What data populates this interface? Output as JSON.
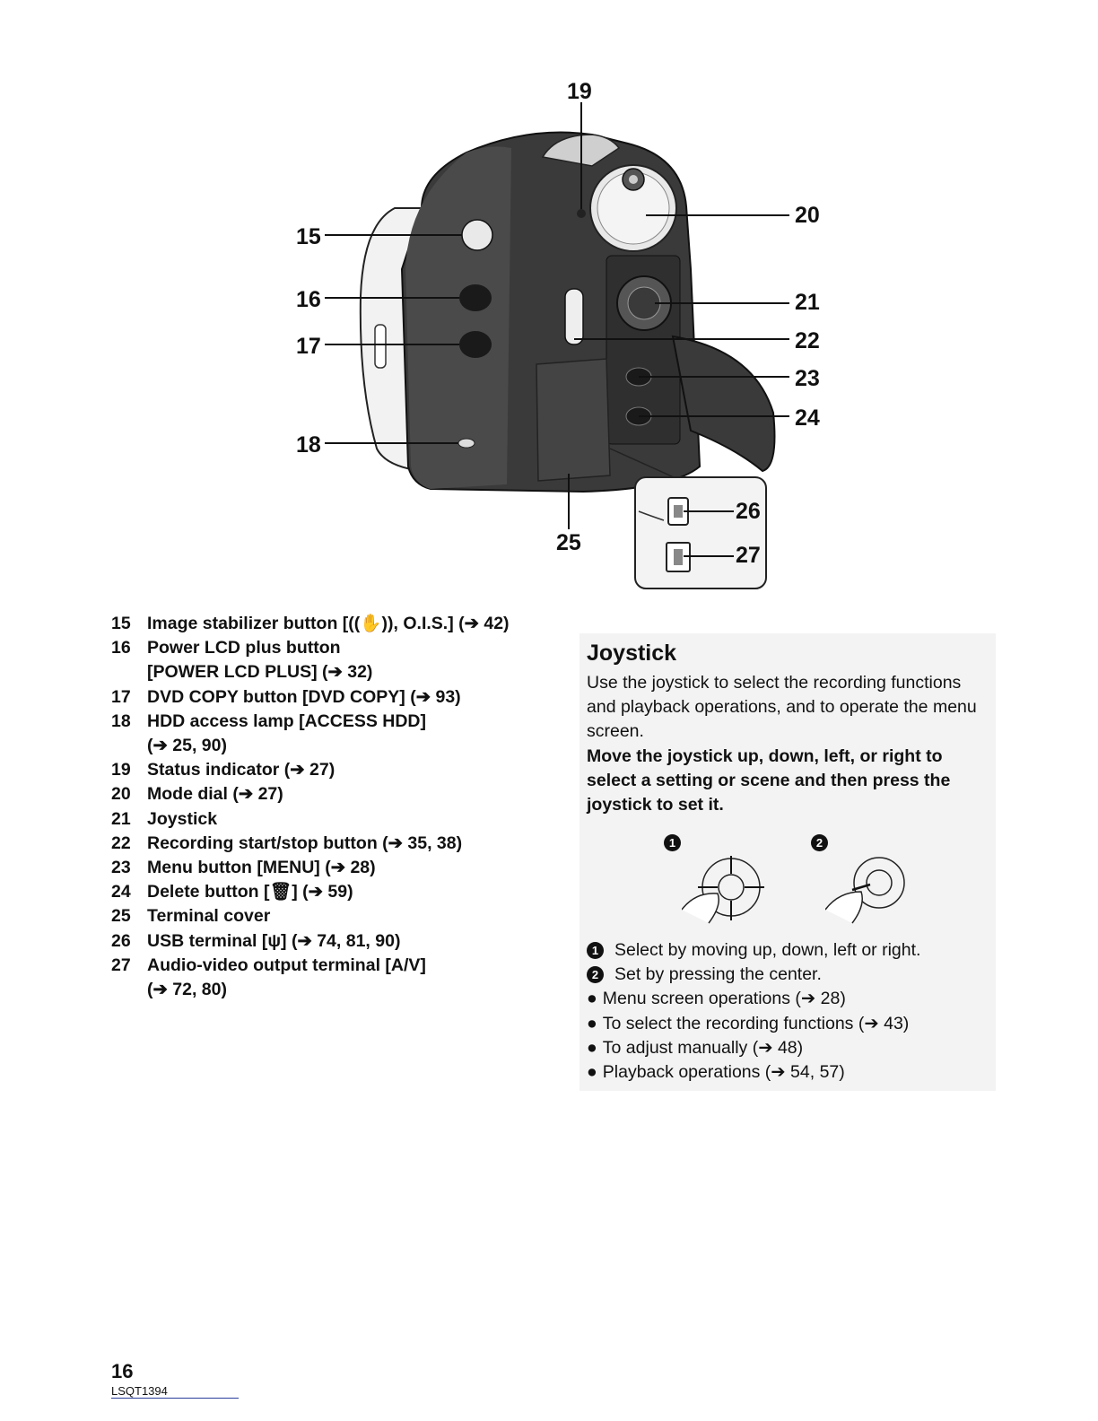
{
  "callouts": {
    "c15": "15",
    "c16": "16",
    "c17": "17",
    "c18": "18",
    "c19": "19",
    "c20": "20",
    "c21": "21",
    "c22": "22",
    "c23": "23",
    "c24": "24",
    "c25": "25",
    "c26": "26",
    "c27": "27"
  },
  "parts": [
    {
      "num": "15",
      "text": "Image stabilizer button [((✋)), O.I.S.] (➔ 42)"
    },
    {
      "num": "16",
      "text": "Power LCD plus button",
      "text2": "[POWER LCD PLUS] (➔ 32)"
    },
    {
      "num": "17",
      "text": "DVD COPY button [DVD COPY] (➔ 93)"
    },
    {
      "num": "18",
      "text": "HDD access lamp [ACCESS HDD]",
      "text2": "(➔ 25, 90)"
    },
    {
      "num": "19",
      "text": "Status indicator (➔ 27)"
    },
    {
      "num": "20",
      "text": "Mode dial (➔ 27)"
    },
    {
      "num": "21",
      "text": "Joystick"
    },
    {
      "num": "22",
      "text": "Recording start/stop button (➔ 35, 38)"
    },
    {
      "num": "23",
      "text": "Menu button [MENU] (➔ 28)"
    },
    {
      "num": "24",
      "text": "Delete button [🗑] (➔ 59)"
    },
    {
      "num": "25",
      "text": "Terminal cover"
    },
    {
      "num": "26",
      "text": "USB terminal [ψ] (➔ 74, 81, 90)"
    },
    {
      "num": "27",
      "text": "Audio-video output terminal [A/V]",
      "text2": "(➔ 72, 80)"
    }
  ],
  "joystick": {
    "title": "Joystick",
    "intro": "Use the joystick to select the recording functions and playback operations, and to operate the menu screen.",
    "instruction": "Move the joystick up, down, left, or right to select a setting or scene and then press the joystick to set it.",
    "fig_marker_1": "1",
    "fig_marker_2": "2",
    "steps": [
      {
        "marker": "1",
        "text": "Select by moving up, down, left or right."
      },
      {
        "marker": "2",
        "text": "Set by pressing the center."
      }
    ],
    "bullets": [
      "Menu screen operations (➔ 28)",
      "To select the recording functions (➔ 43)",
      "To adjust manually (➔ 48)",
      "Playback operations (➔ 54, 57)"
    ]
  },
  "footer": {
    "page_number": "16",
    "doc_code": "LSQT1394"
  }
}
